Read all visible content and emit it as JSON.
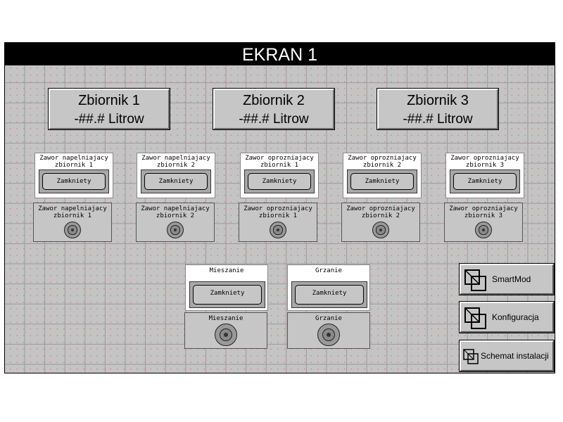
{
  "title": "EKRAN 1",
  "tanks": [
    {
      "name": "Zbiornik 1",
      "value": "-##.# Litrow"
    },
    {
      "name": "Zbiornik 2",
      "value": "-##.# Litrow"
    },
    {
      "name": "Zbiornik 3",
      "value": "-##.# Litrow"
    }
  ],
  "valves": [
    {
      "label": "Zawor napelniajacy zbiornik 1",
      "state": "Zamkniety",
      "indicator": "Zawor napelniajacy zbiornik 1"
    },
    {
      "label": "Zawor napelniajacy zbiornik 2",
      "state": "Zamkniety",
      "indicator": "Zawor napelniajacy zbiornik 2"
    },
    {
      "label": "Zawor oprozniajacy zbiornik 1",
      "state": "Zamkniety",
      "indicator": "Zawor oprozniajacy zbiornik 1"
    },
    {
      "label": "Zawor oprozniajacy zbiornik 2",
      "state": "Zamkniety",
      "indicator": "Zawor oprozniajacy zbiornik 2"
    },
    {
      "label": "Zawor oprozniajacy zbiornik 3",
      "state": "Zamkniety",
      "indicator": "Zawor oprozniajacy zbiornik 3"
    }
  ],
  "mixer": {
    "label": "Mieszanie",
    "state": "Zamkniety",
    "indicator": "Mieszanie"
  },
  "heater": {
    "label": "Grzanie",
    "state": "Zamkniety",
    "indicator": "Grzanie"
  },
  "nav": {
    "smartmod": "SmartMod",
    "config": "Konfiguracja",
    "schema": "Schemat instalacji"
  },
  "icons": {
    "nav": "window-icon",
    "indicator": "knob-icon"
  }
}
